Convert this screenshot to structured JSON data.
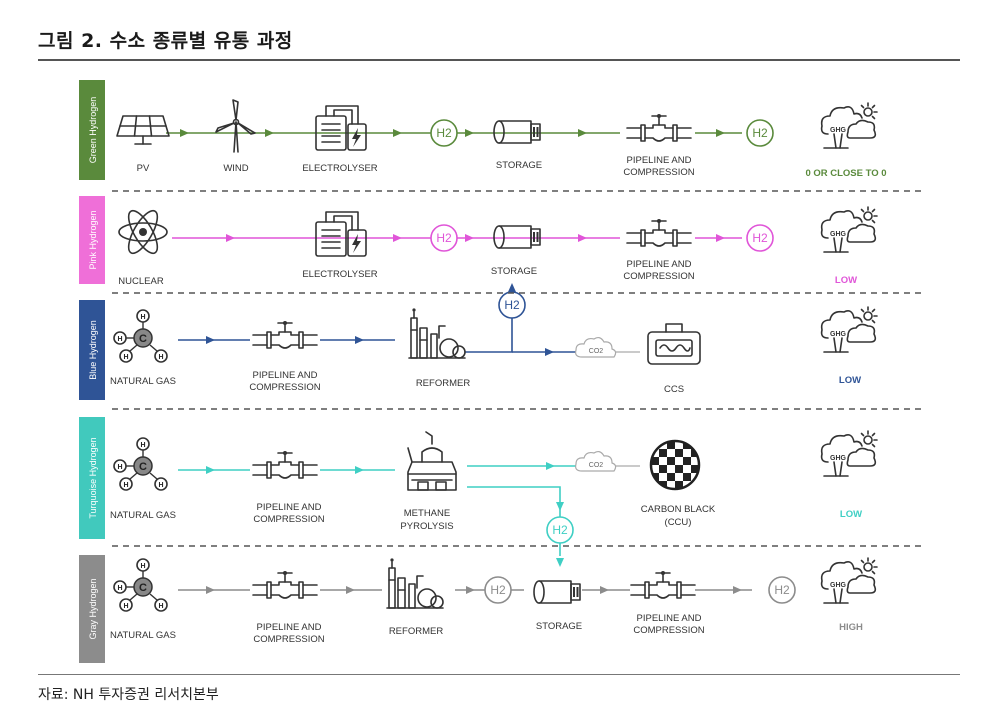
{
  "figure": {
    "title": "그림 2. 수소 종류별 유통 과정",
    "source": "자료: NH 투자증권 리서치본부"
  },
  "colors": {
    "green": "#5a8a3c",
    "pink": "#e055d8",
    "blue": "#2f5496",
    "turquoise": "#3fcfc4",
    "gray": "#8c8c8c",
    "text": "#333333"
  },
  "rows": [
    {
      "band": "Green Hydrogen",
      "labels": {
        "pv": "PV",
        "wind": "WIND",
        "electrolyser": "ELECTROLYSER",
        "storage": "STORAGE",
        "pipeline_1": "PIPELINE AND",
        "pipeline_2": "COMPRESSION"
      },
      "h2": "H2",
      "status": "0 OR CLOSE TO 0"
    },
    {
      "band": "Pink Hydrogen",
      "labels": {
        "nuclear": "NUCLEAR",
        "electrolyser": "ELECTROLYSER",
        "storage": "STORAGE",
        "pipeline_1": "PIPELINE AND",
        "pipeline_2": "COMPRESSION"
      },
      "h2": "H2",
      "status": "LOW"
    },
    {
      "band": "Blue Hydrogen",
      "labels": {
        "natural_gas": "NATURAL GAS",
        "pipeline_1": "PIPELINE AND",
        "pipeline_2": "COMPRESSION",
        "reformer": "REFORMER",
        "ccs": "CCS"
      },
      "h2": "H2",
      "co2": "CO2",
      "status": "LOW"
    },
    {
      "band": "Turquoise Hydrogen",
      "labels": {
        "natural_gas": "NATURAL GAS",
        "pipeline_1": "PIPELINE AND",
        "pipeline_2": "COMPRESSION",
        "methane_1": "METHANE",
        "methane_2": "PYROLYSIS",
        "carbon_1": "CARBON BLACK",
        "carbon_2": "(CCU)"
      },
      "h2": "H2",
      "co2": "CO2",
      "status": "LOW"
    },
    {
      "band": "Gray Hydrogen",
      "labels": {
        "natural_gas": "NATURAL GAS",
        "pipeline_1": "PIPELINE AND",
        "pipeline_2": "COMPRESSION",
        "reformer": "REFORMER",
        "storage": "STORAGE",
        "pipeline2_1": "PIPELINE AND",
        "pipeline2_2": "COMPRESSION"
      },
      "h2": "H2",
      "status": "HIGH"
    }
  ],
  "ghg_label": "GHG",
  "atom_h": "H",
  "atom_c": "C"
}
